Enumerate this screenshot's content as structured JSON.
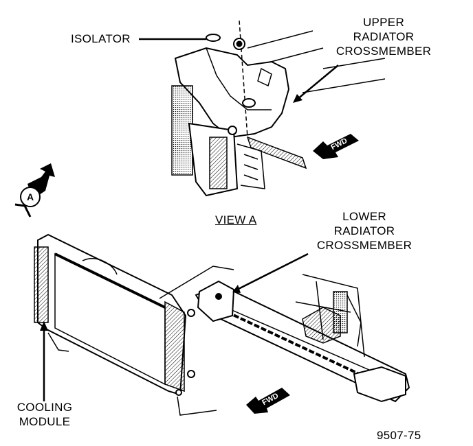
{
  "labels": {
    "isolator": "ISOLATOR",
    "upper_crossmember": [
      "UPPER",
      "RADIATOR",
      "CROSSMEMBER"
    ],
    "view_a": "VIEW A",
    "lower_crossmember": [
      "LOWER",
      "RADIATOR",
      "CROSSMEMBER"
    ],
    "cooling_module": [
      "COOLING",
      "MODULE"
    ],
    "figure_number": "9507-75"
  },
  "arrows": {
    "forward_text": "FWD",
    "view_callout": "A"
  }
}
